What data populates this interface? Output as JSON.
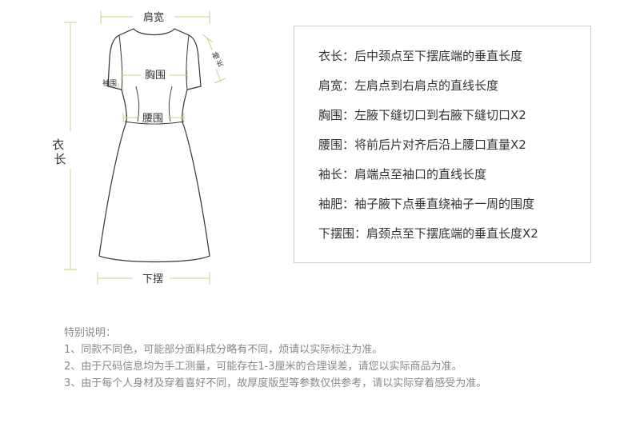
{
  "diagram": {
    "shoulder_width": "肩宽",
    "sleeve_length": "袖长",
    "chest": "胸围",
    "sleeve_width": "袖围",
    "waist": "腰围",
    "length": "衣长",
    "hem": "下摆",
    "colors": {
      "measure_line": "#c6d67e",
      "outline": "#333333"
    }
  },
  "definitions": [
    "衣长：后中颈点至下摆底端的垂直长度",
    "肩宽：左肩点到右肩点的直线长度",
    "胸围：左腋下缝切口到右腋下缝切口X2",
    "腰围：将前后片对齐后沿上腰口直量X2",
    "袖长：肩端点至袖口的直线长度",
    "袖肥：袖子腋下点垂直绕袖子一周的围度",
    "下摆围：肩颈点至下摆底端的垂直长度X2"
  ],
  "notes": {
    "title": "特别说明：",
    "items": [
      "1、同款不同色，可能部分面料成分略有不同，烦请以实际标注为准。",
      "2、由于尺码信息均为手工测量，可能存在1-3厘米的合理误差，请您以实际商品为准。",
      "3、由于每个人身材及穿着喜好不同，故厚度版型等参数仅供参考，请以实际穿着感受为准。"
    ]
  }
}
